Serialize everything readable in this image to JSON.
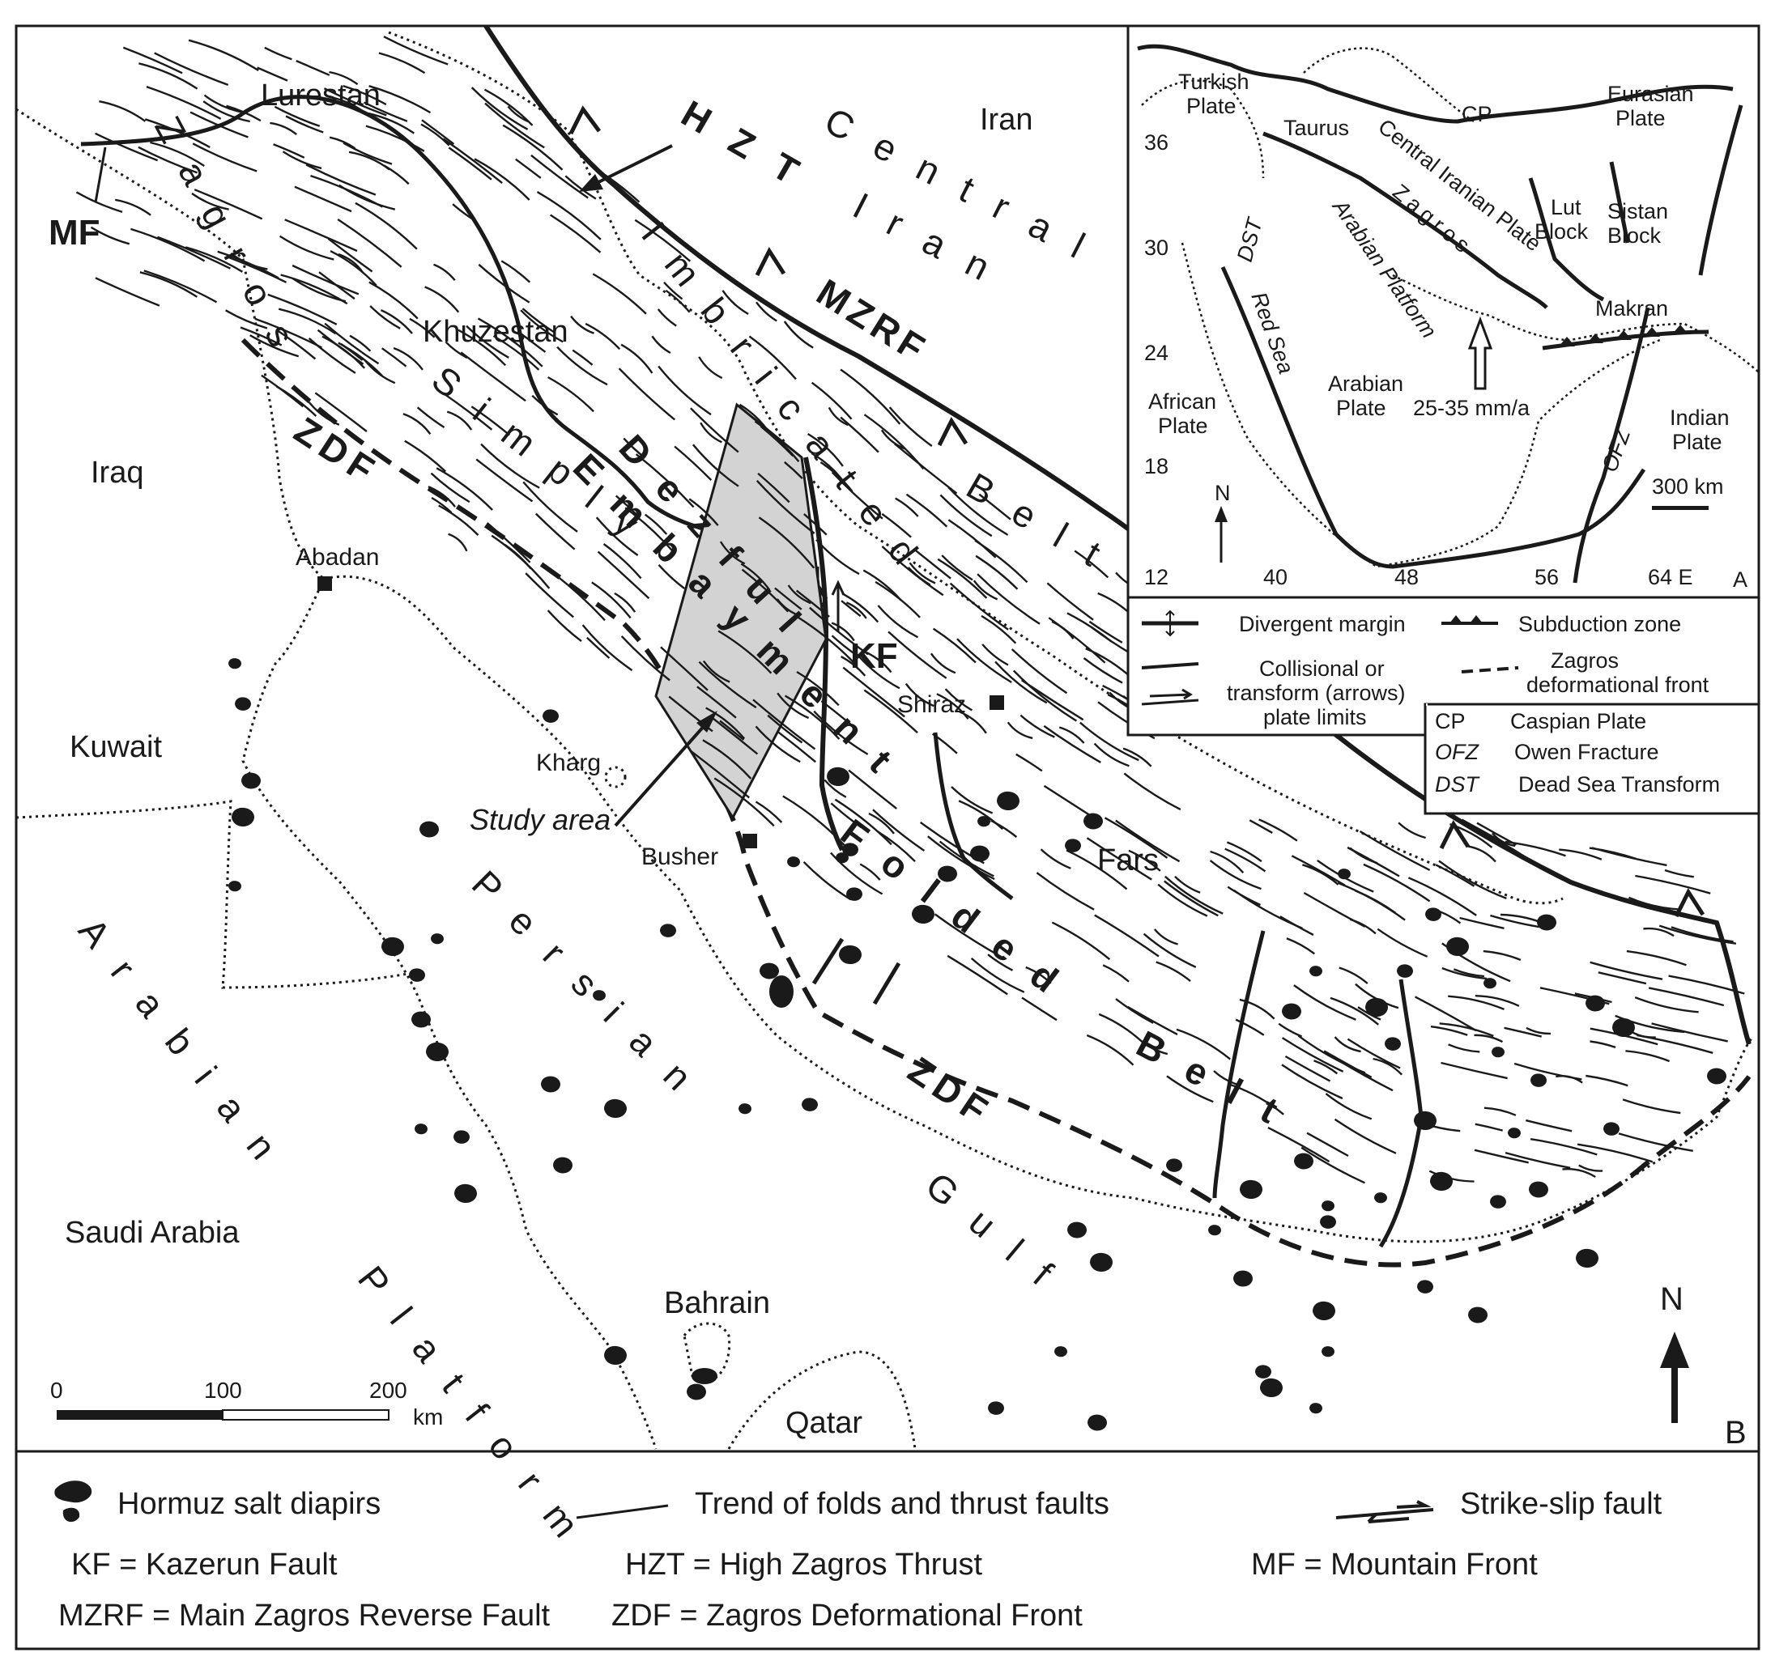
{
  "map": {
    "countries": {
      "iran": "Iran",
      "iraq": "Iraq",
      "kuwait": "Kuwait",
      "saudi_arabia": "Saudi Arabia",
      "bahrain": "Bahrain",
      "qatar": "Qatar"
    },
    "regions": {
      "lurestan": "Lurestan",
      "khuzestan": "Khuzestan",
      "fars": "Fars"
    },
    "cities": {
      "abadan": "Abadan",
      "shiraz": "Shiraz",
      "kharg": "Kharg",
      "busher": "Busher"
    },
    "structures": {
      "mf": "MF",
      "hzt": "HZT",
      "kf": "KF",
      "mzrf": "MZRF",
      "zdf_north": "ZDF",
      "zdf_south": "ZDF",
      "zagros": "Zagros",
      "simply": "Simply",
      "central": "Central",
      "iran_word": "Iran",
      "imbricated": "Imbricated",
      "belt_north": "Belt",
      "dezful": "Dezful",
      "embayment": "Embayment",
      "folded": "Folded",
      "belt_south": "Belt",
      "persian": "Persian",
      "gulf": "Gulf",
      "arabian": "Arabian",
      "platform": "Platform"
    },
    "study_area": "Study area",
    "scale": {
      "ticks": [
        "0",
        "100",
        "200"
      ],
      "unit": "km"
    },
    "north": "N",
    "panel_label": "B"
  },
  "inset": {
    "panel_label": "A",
    "plates": {
      "turkish": [
        "Turkish",
        "Plate"
      ],
      "cp": "CP",
      "eurasian": [
        "Eurasian",
        "Plate"
      ],
      "taurus": "Taurus",
      "central_iranian": "Central Iranian Plate",
      "zagros": "Zagros",
      "lut": [
        "Lut",
        "Block"
      ],
      "sistan": [
        "Sistan",
        "Block"
      ],
      "makran": "Makran",
      "dst": "DST",
      "arabian_platform": "Arabian Platform",
      "red_sea": "Red Sea",
      "african": [
        "African",
        "Plate"
      ],
      "arabian_plate": [
        "Arabian",
        "Plate"
      ],
      "rate": "25-35 mm/a",
      "indian": [
        "Indian",
        "Plate"
      ],
      "ofz": "OFZ",
      "scale": "300 km",
      "north": "N"
    },
    "lat_ticks": [
      "36",
      "30",
      "24",
      "18",
      "12"
    ],
    "lon_ticks": [
      "40",
      "48",
      "56",
      "64 E"
    ]
  },
  "inset_legend": {
    "divergent": "Divergent margin",
    "subduction": "Subduction zone",
    "collisional": [
      "Collisional or",
      "transform (arrows)",
      "plate limits"
    ],
    "zagros_front": [
      "Zagros",
      "deformational front"
    ],
    "abbrev": [
      {
        "code": "CP",
        "text": "Caspian Plate"
      },
      {
        "code": "OFZ",
        "text": "Owen Fracture"
      },
      {
        "code": "DST",
        "text": "Dead Sea Transform"
      }
    ]
  },
  "legend": {
    "hormuz": "Hormuz salt diapirs",
    "trend": "Trend of folds and thrust faults",
    "strike_slip": "Strike-slip fault",
    "kf": "KF = Kazerun Fault",
    "hzt": "HZT = High Zagros Thrust",
    "mf": "MF = Mountain Front",
    "mzrf": "MZRF = Main Zagros Reverse Fault",
    "zdf": "ZDF = Zagros Deformational Front"
  },
  "colors": {
    "ink": "#1a1a1a",
    "study_area_fill": "#d3d3d3",
    "background": "#ffffff"
  }
}
